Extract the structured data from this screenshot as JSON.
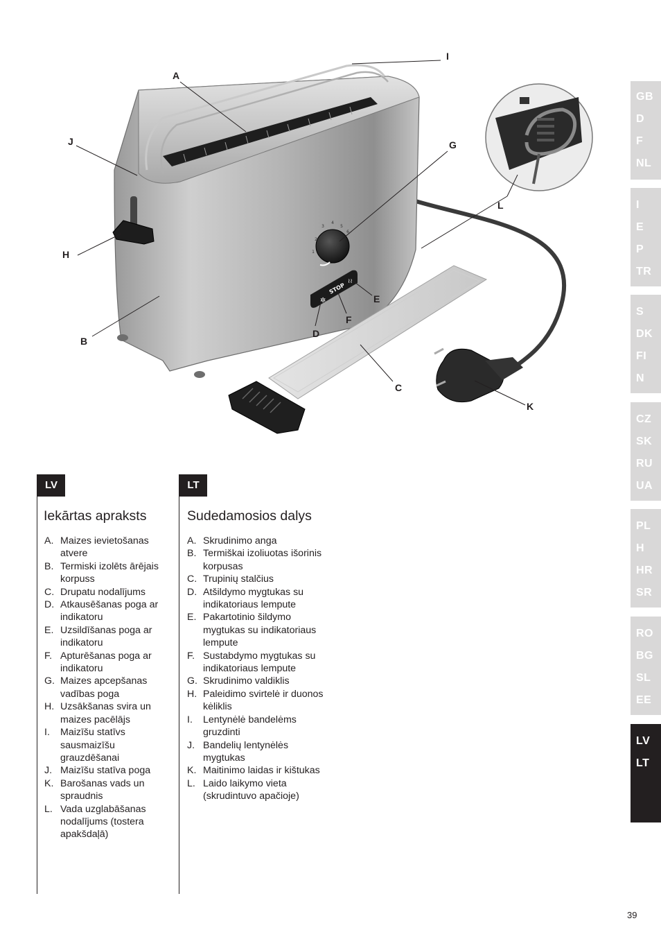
{
  "figure": {
    "callouts": [
      "A",
      "B",
      "C",
      "D",
      "E",
      "F",
      "G",
      "H",
      "I",
      "J",
      "K",
      "L"
    ],
    "control_panel_label": "STOP",
    "dial_marks": [
      "1",
      "2",
      "3",
      "4",
      "5",
      "6"
    ]
  },
  "sidebar": {
    "groups": [
      [
        "GB",
        "D",
        "F",
        "NL"
      ],
      [
        "I",
        "E",
        "P",
        "TR"
      ],
      [
        "S",
        "DK",
        "FI",
        "N"
      ],
      [
        "CZ",
        "SK",
        "RU",
        "UA"
      ],
      [
        "PL",
        "H",
        "HR",
        "SR"
      ],
      [
        "RO",
        "BG",
        "SL",
        "EE"
      ],
      [
        "LV",
        "LT"
      ]
    ],
    "active_group": 6,
    "colors": {
      "inactive": "#d9d8d8",
      "active": "#231f20",
      "text": "#ffffff"
    }
  },
  "columns": [
    {
      "lang": "LV",
      "title": "Iekārtas apraksts",
      "items": [
        {
          "letter": "A.",
          "text": "Maizes ievietošanas atvere"
        },
        {
          "letter": "B.",
          "text": "Termiski izolēts ārējais korpuss"
        },
        {
          "letter": "C.",
          "text": "Drupatu nodalījums"
        },
        {
          "letter": "D.",
          "text": "Atkausēšanas poga ar indikatoru"
        },
        {
          "letter": "E.",
          "text": "Uzsildīšanas poga ar indikatoru"
        },
        {
          "letter": "F.",
          "text": "Apturēšanas poga ar indikatoru"
        },
        {
          "letter": "G.",
          "text": "Maizes apcepšanas vadības poga"
        },
        {
          "letter": "H.",
          "text": "Uzsākšanas svira un maizes pacēlājs"
        },
        {
          "letter": "I.",
          "text": "Maizīšu statīvs sausmaizīšu grauzdēšanai"
        },
        {
          "letter": "J.",
          "text": "Maizīšu statīva poga"
        },
        {
          "letter": "K.",
          "text": "Barošanas vads un spraudnis"
        },
        {
          "letter": "L.",
          "text": "Vada uzglabāšanas nodalījums (tostera apakšdaļā)"
        }
      ]
    },
    {
      "lang": "LT",
      "title": "Sudedamosios dalys",
      "items": [
        {
          "letter": "A.",
          "text": "Skrudinimo anga"
        },
        {
          "letter": "B.",
          "text": "Termiškai izoliuotas išorinis korpusas"
        },
        {
          "letter": "C.",
          "text": "Trupinių stalčius"
        },
        {
          "letter": "D.",
          "text": "Atšildymo mygtukas su indikatoriaus lempute"
        },
        {
          "letter": "E.",
          "text": "Pakartotinio šildymo mygtukas su indikatoriaus lempute"
        },
        {
          "letter": "F.",
          "text": "Sustabdymo mygtukas su indikatoriaus lempute"
        },
        {
          "letter": "G.",
          "text": "Skrudinimo valdiklis"
        },
        {
          "letter": "H.",
          "text": "Paleidimo svirtelė ir duonos kėliklis"
        },
        {
          "letter": "I.",
          "text": "Lentynėlė bandelėms gruzdinti"
        },
        {
          "letter": "J.",
          "text": "Bandelių lentynėlės mygtukas"
        },
        {
          "letter": "K.",
          "text": "Maitinimo laidas ir kištukas"
        },
        {
          "letter": "L.",
          "text": "Laido laikymo vieta (skrudintuvo apačioje)"
        }
      ]
    }
  ],
  "page_number": "39"
}
